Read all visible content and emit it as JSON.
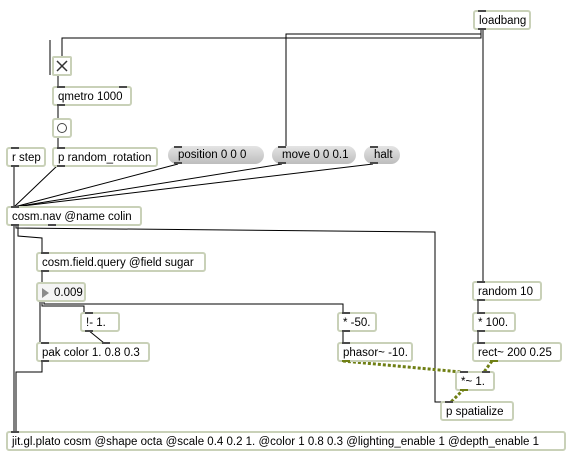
{
  "objects": {
    "loadbang": "loadbang",
    "qmetro": "qmetro 1000",
    "r_step": "r step",
    "random_rotation": "p random_rotation",
    "cosm_nav": "cosm.nav @name colin",
    "field_query": "cosm.field.query @field sugar",
    "not_minus": "!- 1.",
    "pak_color": "pak color 1. 0.8 0.3",
    "times_neg50": "* -50.",
    "phasor": "phasor~ -10.",
    "random10": "random 10",
    "times100": "* 100.",
    "rect": "rect~ 200 0.25",
    "times_sig": "*~ 1.",
    "spatialize": "p spatialize",
    "plato": "jit.gl.plato cosm @shape octa @scale 0.4 0.2 1. @color 1 0.8 0.3 @lighting_enable 1 @depth_enable 1"
  },
  "messages": {
    "position": "position 0 0 0",
    "move": "move 0 0 0.1",
    "halt": "halt"
  },
  "number_box": {
    "value": "0.009"
  },
  "toggle": {
    "checked": true
  },
  "colors": {
    "object_border": "#c9d1b8",
    "patch_cord": "#000000",
    "signal_cord": "#7a8a1a"
  }
}
